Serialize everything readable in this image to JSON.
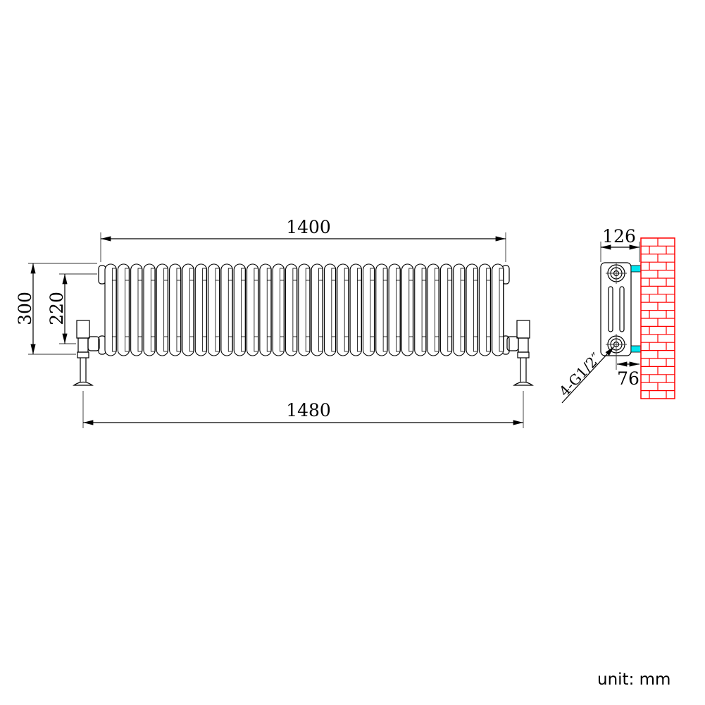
{
  "drawing": {
    "front_view": {
      "section_count": 31,
      "dim_overall_width": "1400",
      "dim_width_with_valves": "1480",
      "dim_height": "300",
      "dim_pipe_centers": "220"
    },
    "side_view": {
      "dim_depth": "126",
      "dim_wall_to_center": "76",
      "connection_label": "4-G1/2″"
    },
    "unit_label": "unit: mm",
    "colors": {
      "line": "#000000",
      "wall": "#ff0000",
      "bracket": "#00e5ef"
    }
  }
}
